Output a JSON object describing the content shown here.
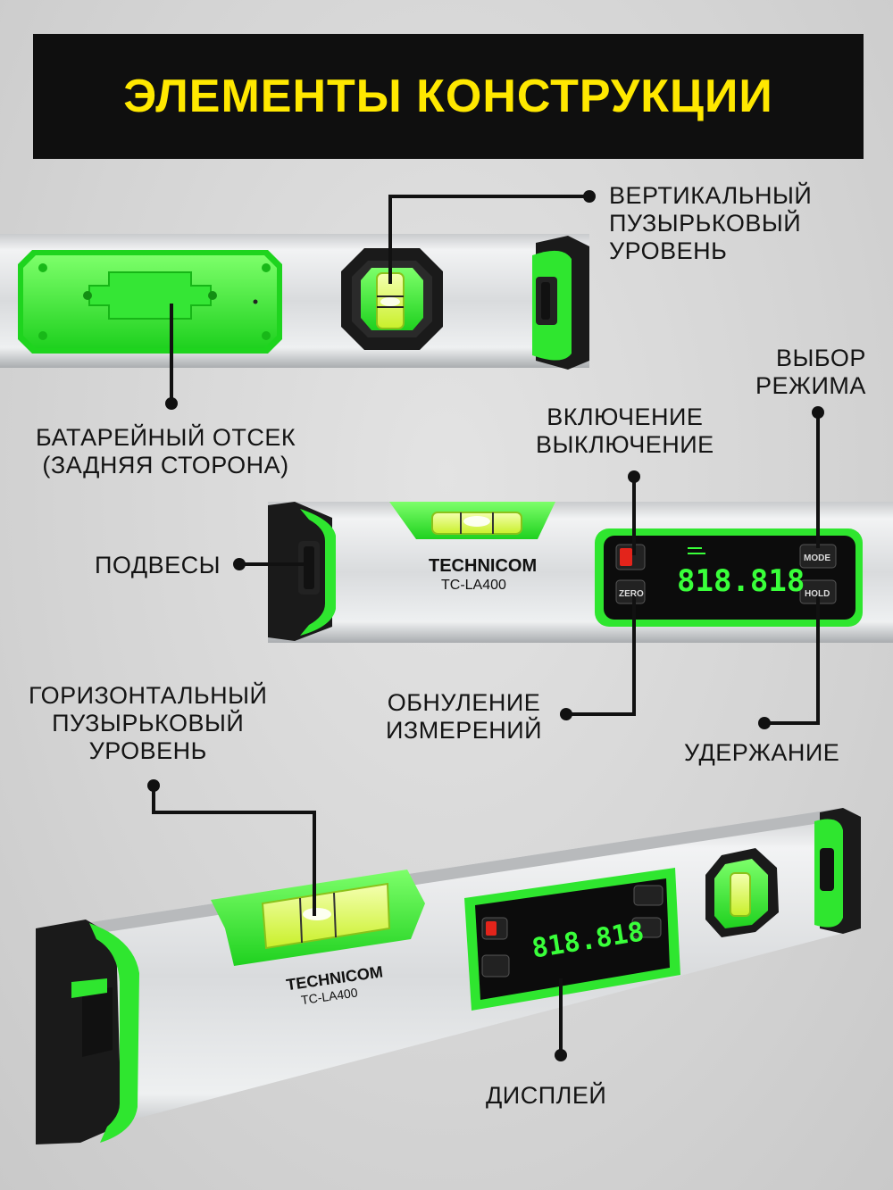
{
  "banner": {
    "title": "ЭЛЕМЕНТЫ КОНСТРУКЦИИ"
  },
  "labels": {
    "vertical_vial": [
      "ВЕРТИКАЛЬНЫЙ",
      "ПУЗЫРЬКОВЫЙ",
      "УРОВЕНЬ"
    ],
    "mode_select": [
      "ВЫБОР",
      "РЕЖИМА"
    ],
    "battery": [
      "БАТАРЕЙНЫЙ ОТСЕК",
      "(ЗАДНЯЯ СТОРОНА)"
    ],
    "power": [
      "ВКЛЮЧЕНИЕ",
      "ВЫКЛЮЧЕНИЕ"
    ],
    "hangers": "ПОДВЕСЫ",
    "horizontal_vial": [
      "ГОРИЗОНТАЛЬНЫЙ",
      "ПУЗЫРЬКОВЫЙ",
      "УРОВЕНЬ"
    ],
    "zero": [
      "ОБНУЛЕНИЕ",
      "ИЗМЕРЕНИЙ"
    ],
    "hold": "УДЕРЖАНИЕ",
    "display": "ДИСПЛЕЙ"
  },
  "product": {
    "brand": "TECHNICOM",
    "model": "TC-LA400",
    "readout": "818.818",
    "buttons": {
      "zero": "ZERO",
      "mode": "MODE",
      "hold": "HOLD"
    }
  },
  "colors": {
    "accent_green": "#2fe62f",
    "banner_bg": "#0f0f0f",
    "banner_text": "#ffe800",
    "lcd_green": "#39ff3a"
  }
}
